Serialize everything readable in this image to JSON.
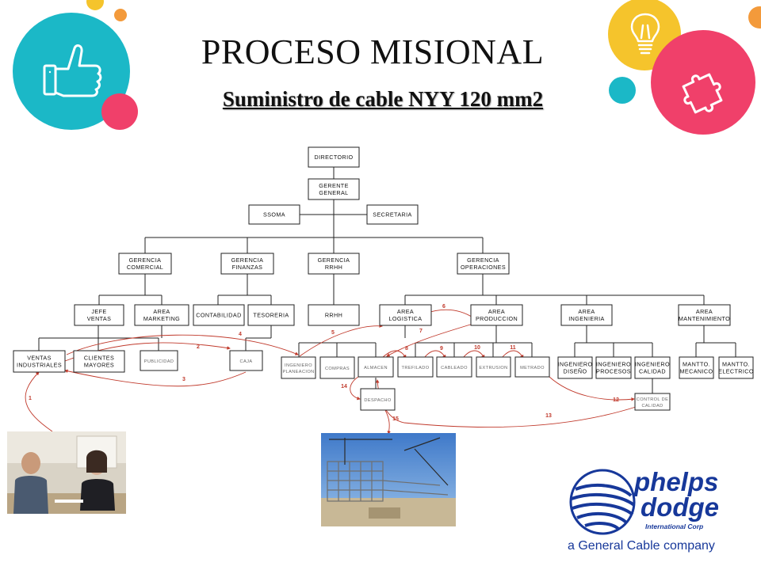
{
  "title": "PROCESO MISIONAL",
  "subtitle": "Suministro de cable NYY 120 mm2",
  "nodes": {
    "directorio": [
      "DIRECTORIO"
    ],
    "gerente_general": [
      "GERENTE",
      "GENERAL"
    ],
    "ssoma": [
      "SSOMA"
    ],
    "secretaria": [
      "SECRETARIA"
    ],
    "g_comercial": [
      "GERENCIA",
      "COMERCIAL"
    ],
    "g_finanzas": [
      "GERENCIA",
      "FINANZAS"
    ],
    "g_rrhh": [
      "GERENCIA",
      "RRHH"
    ],
    "g_operaciones": [
      "GERENCIA",
      "OPERACIONES"
    ],
    "jefe_ventas": [
      "JEFE",
      "VENTAS"
    ],
    "area_marketing": [
      "AREA",
      "MARKETING"
    ],
    "contabilidad": [
      "CONTABILIDAD"
    ],
    "tesoreria": [
      "TESORERIA"
    ],
    "rrhh": [
      "RRHH"
    ],
    "area_logistica": [
      "AREA",
      "LOGISTICA"
    ],
    "area_produccion": [
      "AREA",
      "PRODUCCION"
    ],
    "area_ingenieria": [
      "AREA",
      "INGENIERIA"
    ],
    "area_mantenimiento": [
      "AREA",
      "MANTENIMIENTO"
    ],
    "ventas_industriales": [
      "VENTAS",
      "INDUSTRIALES"
    ],
    "clientes_mayores": [
      "CLIENTES",
      "MAYORES"
    ],
    "publicidad": [
      "PUBLICIDAD"
    ],
    "caja": [
      "CAJA"
    ],
    "ingeniero_planeacion": [
      "INGENIERO",
      "PLANEACION"
    ],
    "compras": [
      "COMPRAS"
    ],
    "almacen": [
      "ALMACEN"
    ],
    "trefilado": [
      "TREFILADO"
    ],
    "cableado": [
      "CABLEADO"
    ],
    "extrusion": [
      "EXTRUSION"
    ],
    "metrado": [
      "METRADO"
    ],
    "ingeniero_diseno": [
      "INGENIERO",
      "DISEÑO"
    ],
    "ingeniero_procesos": [
      "INGENIERO",
      "PROCESOS"
    ],
    "ingeniero_calidad": [
      "INGENIERO",
      "CALIDAD"
    ],
    "mantto_mecanico": [
      "MANTTO.",
      "MECANICO"
    ],
    "mantto_electrico": [
      "MANTTO.",
      "ELECTRICO"
    ],
    "despacho": [
      "DESPACHO"
    ],
    "control_calidad": [
      "CONTROL DE",
      "CALIDAD"
    ]
  },
  "flow_labels": [
    "1",
    "2",
    "3",
    "4",
    "5",
    "6",
    "7",
    "8",
    "9",
    "10",
    "11",
    "12",
    "13",
    "14",
    "15"
  ],
  "logo": {
    "line1": "phelps",
    "line2": "dodge",
    "line3": "International Corp",
    "tagline": "a General Cable company"
  },
  "colors": {
    "flow": "#c0392b",
    "teal_circle": "#1bb8c7",
    "pink_circle": "#f0406a",
    "yellow_circle": "#f5c42c",
    "orange_dot": "#f39a3b",
    "logo_blue": "#17389a"
  },
  "icons": [
    "thumbs-up-icon",
    "lightbulb-icon",
    "puzzle-icon"
  ]
}
